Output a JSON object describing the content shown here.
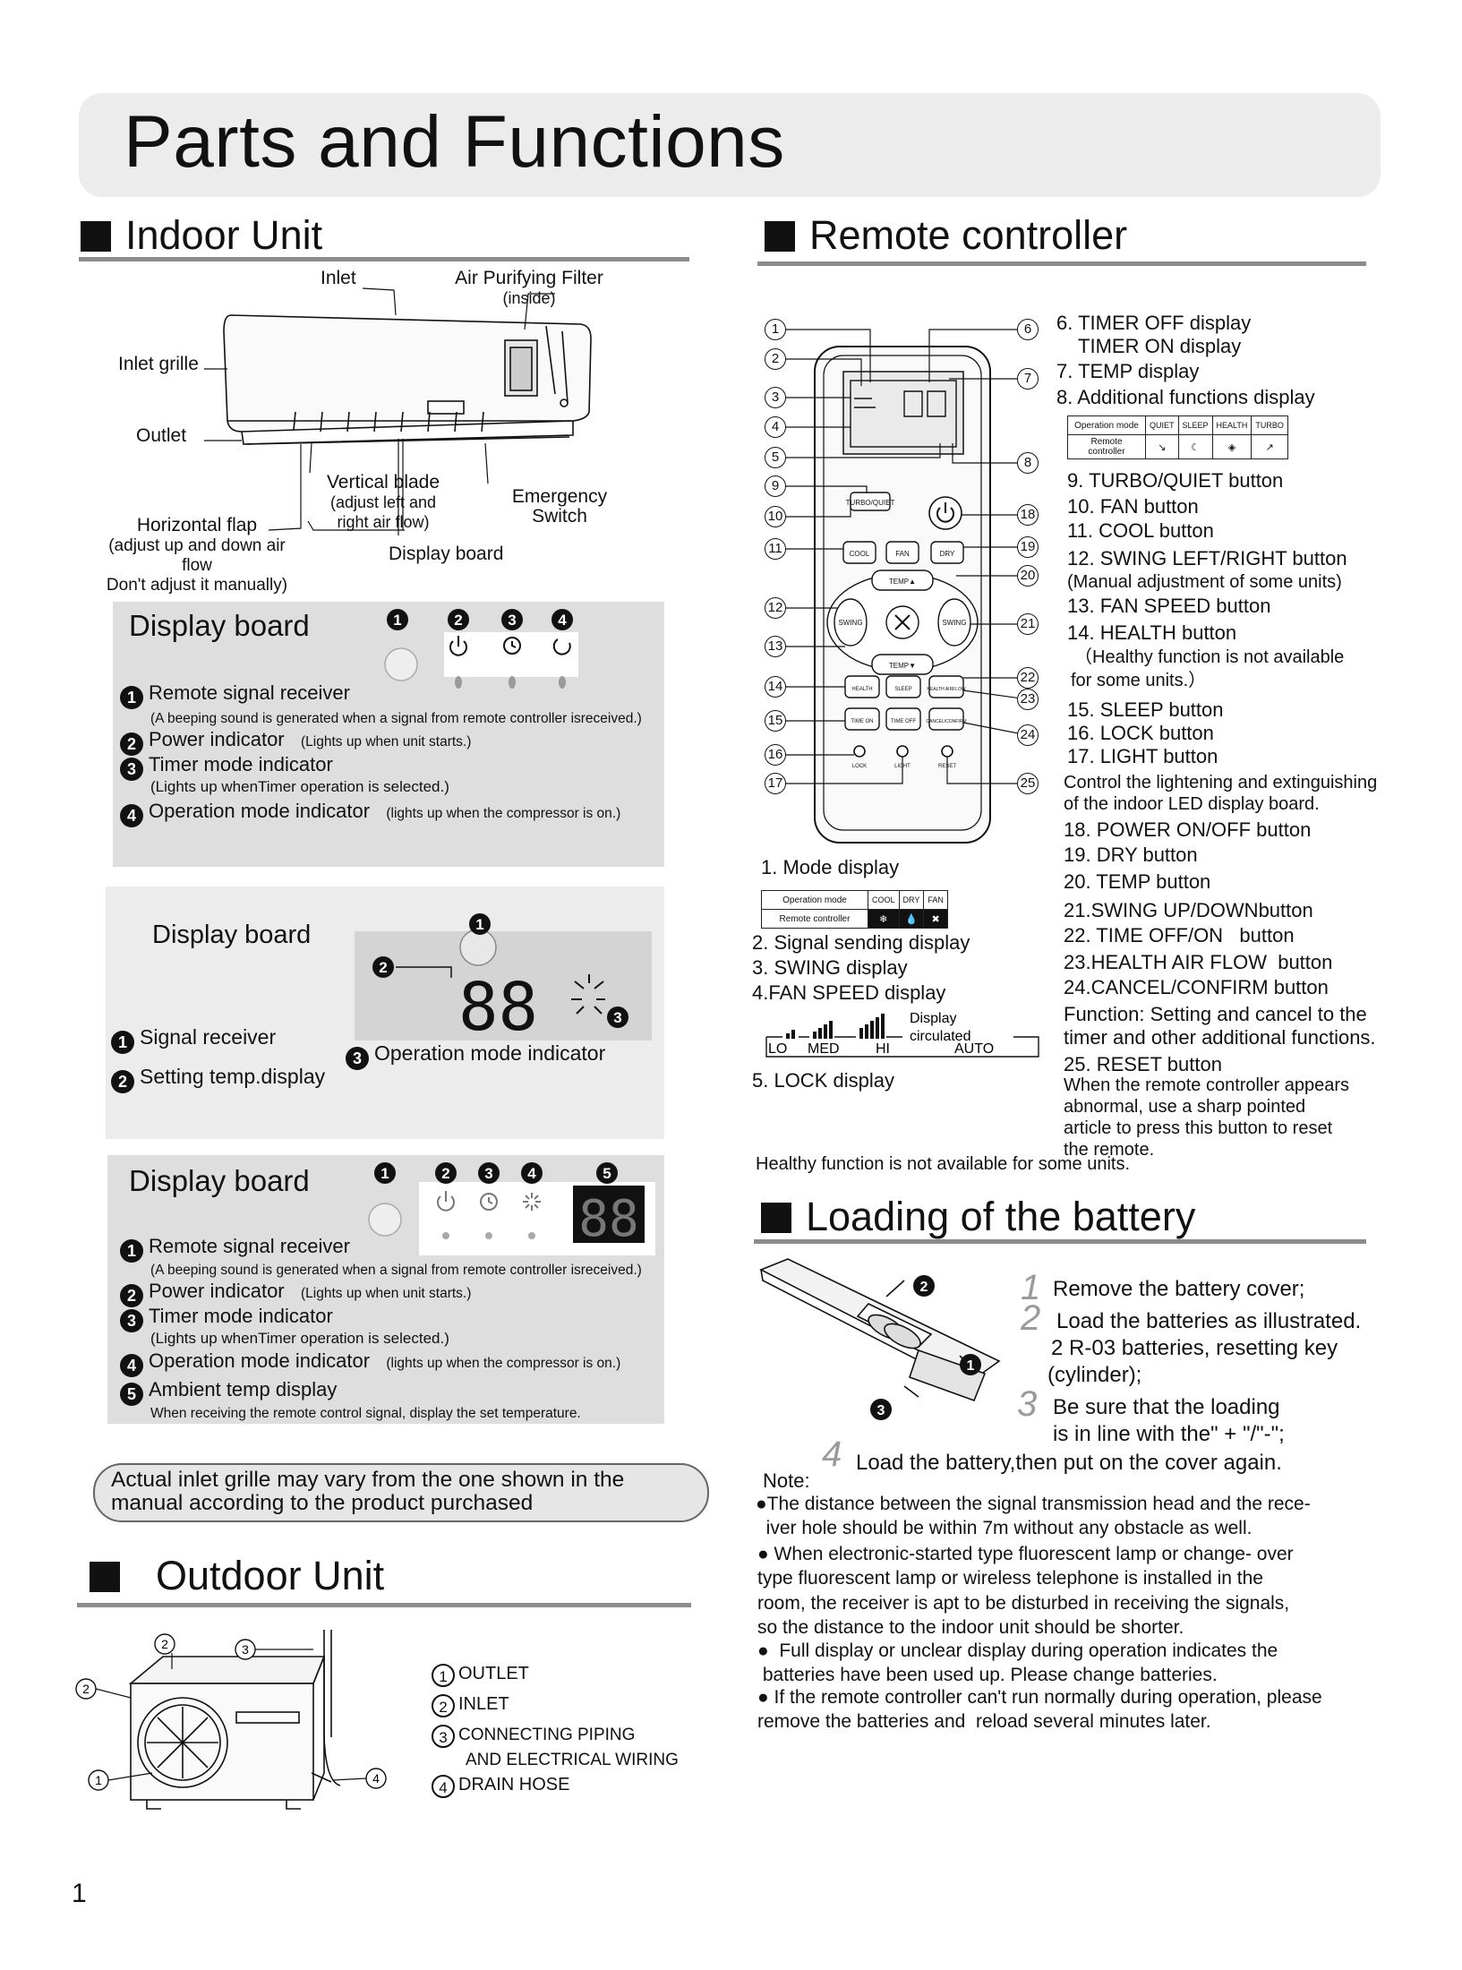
{
  "page": {
    "title": "Parts and Functions",
    "page_number": "1"
  },
  "indoor": {
    "heading": "Indoor Unit",
    "labels": {
      "inlet": "Inlet",
      "filter": "Air Purifying Filter",
      "filter_sub": "(inside)",
      "grille": "Inlet grille",
      "outlet": "Outlet",
      "vblade": "Vertical blade",
      "vblade_sub1": "(adjust left and",
      "vblade_sub2": "right air flow)",
      "emergency1": "Emergency",
      "emergency2": "Switch",
      "hflap": "Horizontal flap",
      "hflap_sub1": "(adjust up and down air flow",
      "hflap_sub2": "Don't adjust it manually)",
      "display_board": "Display board"
    }
  },
  "board1": {
    "title": "Display board",
    "items": [
      {
        "n": "1",
        "label": "Remote signal receiver",
        "note": "(A beeping sound is generated when a signal from remote controller isreceived.)"
      },
      {
        "n": "2",
        "label": "Power indicator",
        "note": "(Lights up when unit starts.)"
      },
      {
        "n": "3",
        "label": "Timer mode indicator",
        "note": "(Lights up whenTimer operation is selected.)"
      },
      {
        "n": "4",
        "label": "Operation mode indicator",
        "note": "(lights up when the compressor is on.)"
      }
    ]
  },
  "board2": {
    "title": "Display board",
    "digits": "88",
    "items": [
      {
        "n": "1",
        "label": "Signal receiver"
      },
      {
        "n": "2",
        "label": "Setting temp.display"
      },
      {
        "n": "3",
        "label": "Operation mode indicator"
      }
    ]
  },
  "board3": {
    "title": "Display board",
    "digits": "88",
    "items": [
      {
        "n": "1",
        "label": "Remote signal receiver",
        "note": "(A beeping sound is generated when a signal from remote controller isreceived.)"
      },
      {
        "n": "2",
        "label": "Power indicator",
        "note": "(Lights up when unit starts.)"
      },
      {
        "n": "3",
        "label": "Timer mode indicator",
        "note": "(Lights up whenTimer operation is selected.)"
      },
      {
        "n": "4",
        "label": "Operation mode indicator",
        "note": "(lights up when the compressor is on.)"
      },
      {
        "n": "5",
        "label": "Ambient temp display",
        "note": "When receiving the remote control signal, display the set temperature."
      }
    ]
  },
  "grille_note": {
    "line1": "Actual inlet grille may vary from the one shown in the",
    "line2": "manual according to the product purchased"
  },
  "outdoor": {
    "heading": "Outdoor Unit",
    "items": [
      {
        "n": "1",
        "label": "OUTLET"
      },
      {
        "n": "2",
        "label": "INLET"
      },
      {
        "n": "3",
        "label": "CONNECTING PIPING"
      },
      {
        "n": "",
        "label": "AND ELECTRICAL WIRING"
      },
      {
        "n": "4",
        "label": "DRAIN HOSE"
      }
    ]
  },
  "remote": {
    "heading": "Remote controller",
    "buttons": {
      "turbo": "TURBO/QUIET",
      "cool": "COOL",
      "fan": "FAN",
      "dry": "DRY",
      "temp_up": "TEMP▲",
      "temp_down": "TEMP▼",
      "swing_l": "SWING",
      "swing_r": "SWING",
      "health": "HEALTH",
      "sleep": "SLEEP",
      "airflow": "HEALTH AIRFLOW",
      "time_on": "TIME ON",
      "time_off": "TIME OFF",
      "cancel": "CANCEL/CONFIRM",
      "lock": "LOCK",
      "light": "LIGHT",
      "reset": "RESET"
    },
    "callouts_left": [
      "1",
      "2",
      "3",
      "4",
      "5",
      "9",
      "10",
      "11",
      "12",
      "13",
      "14",
      "15",
      "16",
      "17"
    ],
    "callouts_right": [
      "6",
      "7",
      "8",
      "18",
      "19",
      "20",
      "21",
      "22",
      "23",
      "24",
      "25"
    ],
    "list": [
      "6. TIMER OFF display",
      "    TIMER ON display",
      "7. TEMP display",
      "8. Additional functions display",
      "9. TURBO/QUIET button",
      "10. FAN  button",
      "11. COOL button",
      "12. SWING LEFT/RIGHT button",
      "(Manual adjustment of some units)",
      "13. FAN SPEED button",
      "14. HEALTH button",
      "（Healthy function is not available",
      "for some units.）",
      "15.  SLEEP button",
      "16.  LOCK button",
      "17. LIGHT button",
      "Control the lightening and extinguishing",
      "of the indoor LED display board.",
      "18. POWER ON/OFF button",
      "19. DRY button",
      "20. TEMP button",
      "21.SWING UP/DOWNbutton",
      "22. TIME OFF/ON   button",
      "23.HEALTH AIR FLOW  button",
      "24.CANCEL/CONFIRM button",
      "Function: Setting and cancel to the",
      "timer and other additional functions.",
      "25. RESET button",
      "When the remote controller appears",
      "abnormal, use a sharp pointed",
      "article to press this button to reset",
      "the remote."
    ],
    "add_table": {
      "headers": [
        "Operation mode",
        "QUIET",
        "SLEEP",
        "HEALTH",
        "TURBO"
      ],
      "row_label": "Remote controller"
    },
    "mode_table": {
      "headers": [
        "Operation mode",
        "COOL",
        "DRY",
        "FAN"
      ],
      "row_label": "Remote controller"
    },
    "left_list": [
      "1. Mode display",
      "2. Signal sending display",
      "3. SWING  display",
      "4.FAN SPEED display",
      "5. LOCK display"
    ],
    "fan_speed": {
      "lo": "LO",
      "med": "MED",
      "hi": "HI",
      "auto": "AUTO",
      "circ1": "Display",
      "circ2": "circulated"
    },
    "healthy_note": "Healthy function is not available for some units."
  },
  "battery": {
    "heading": "Loading of the battery",
    "steps": [
      {
        "n": "1",
        "text": "Remove the battery cover;"
      },
      {
        "n": "2",
        "text": "Load the batteries as illustrated.",
        "text2": "2 R-03 batteries, resetting key",
        "text3": "(cylinder);"
      },
      {
        "n": "3",
        "text": "Be sure that the loading",
        "text2": "is in line with the\" + \"/\"-\";"
      },
      {
        "n": "4",
        "text": "Load the battery,then put on the cover again."
      }
    ],
    "note_label": "Note:",
    "notes": [
      [
        "●The distance between the signal transmission head and the rece-",
        "  iver hole should be within 7m without any obstacle as well."
      ],
      [
        "● When electronic-started type fluorescent lamp or change- over",
        "type fluorescent lamp or wireless telephone is installed in the",
        "room, the receiver is apt to be disturbed in receiving the signals,",
        "so the distance to the indoor unit should be shorter."
      ],
      [
        "●  Full display or unclear display during operation indicates the",
        " batteries have been used up. Please change batteries."
      ],
      [
        "● If the remote controller can't run normally during operation, please",
        "remove the batteries and  reload several minutes later."
      ]
    ]
  }
}
